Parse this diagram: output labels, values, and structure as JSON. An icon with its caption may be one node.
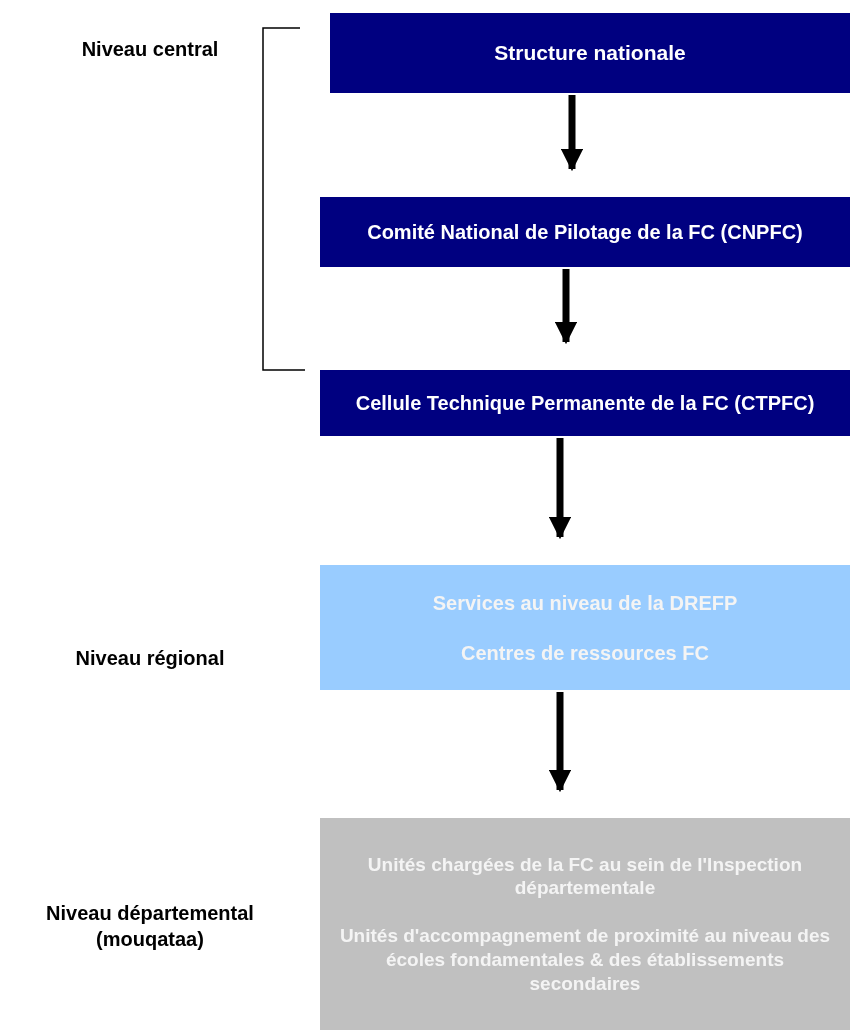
{
  "diagram": {
    "nodes": [
      {
        "text": [
          "Structure nationale"
        ]
      },
      {
        "text": [
          "Comité National de Pilotage de la FC (CNPFC)"
        ]
      },
      {
        "text": [
          "Cellule Technique Permanente de la FC (CTPFC)"
        ]
      },
      {
        "text": [
          "Services au niveau de la DREFP",
          "Centres de ressources FC"
        ]
      },
      {
        "text": [
          "Unités chargées de la FC au sein de l'Inspection départementale",
          "Unités d'accompagnement de proximité au niveau des écoles fondamentales & des établissements secondaires"
        ]
      }
    ],
    "edges": [
      {
        "from": 0,
        "to": 1,
        "arrow": "to"
      },
      {
        "from": 1,
        "to": 2,
        "arrow": "to"
      },
      {
        "from": 2,
        "to": 3,
        "arrow": "to"
      },
      {
        "from": 3,
        "to": 4,
        "arrow": "to"
      }
    ],
    "labels": [
      "Niveau central",
      "Niveau régional",
      "Niveau départemental (mouqataa)"
    ]
  }
}
